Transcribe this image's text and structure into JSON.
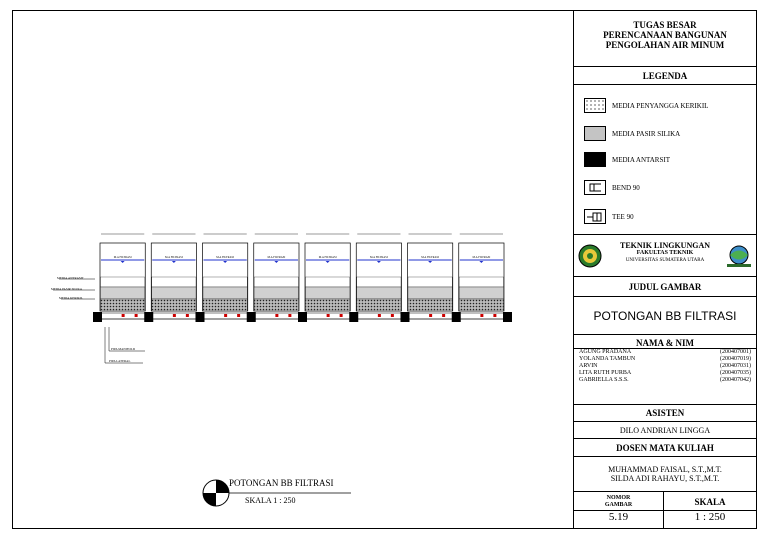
{
  "title_block": {
    "title": "TUGAS BESAR\nPERENCANAAN BANGUNAN\nPENGOLAHAN AIR MINUM",
    "legend_header": "LEGENDA",
    "legend": [
      {
        "label": "MEDIA PENYANGGA KERIKIL",
        "icon": "kerikil"
      },
      {
        "label": "MEDIA PASIR SILIKA",
        "icon": "pasir"
      },
      {
        "label": "MEDIA ANTARSIT",
        "icon": "antrasit"
      },
      {
        "label": "BEND 90",
        "icon": "bend"
      },
      {
        "label": "TEE 90",
        "icon": "tee"
      }
    ],
    "institution": {
      "dept": "TEKNIK LINGKUNGAN",
      "faculty": "FAKULTAS TEKNIK",
      "university": "UNIVERSITAS SUMATERA UTARA"
    },
    "judul_header": "JUDUL GAMBAR",
    "judul": "POTONGAN BB FILTRASI",
    "nama_header": "NAMA & NIM",
    "members": [
      {
        "name": "AGUNG PRADANA",
        "nim": "(200407001)"
      },
      {
        "name": "YOLANDA TAMBUN",
        "nim": "(200407019)"
      },
      {
        "name": "ARVIN",
        "nim": "(200407031)"
      },
      {
        "name": "LITA RUTH PURBA",
        "nim": "(200407035)"
      },
      {
        "name": "GABRIELLA S.S.S.",
        "nim": "(200407042)"
      }
    ],
    "asisten_header": "ASISTEN",
    "asisten": "DILO ANDRIAN LINGGA",
    "dosen_header": "DOSEN MATA KULIAH",
    "dosen": [
      "MUHAMMAD FAISAL, S.T.,M.T.",
      "SILDA ADI RAHAYU, S.T.,M.T."
    ],
    "nomor_label": "NOMOR\nGAMBAR",
    "skala_label": "SKALA",
    "nomor": "5.19",
    "skala": "1 : 250"
  },
  "drawing": {
    "caption": "POTONGAN BB FILTRASI",
    "scale": "SKALA 1 : 250",
    "labels": {
      "antrasit": "MEDIA ANTRASIT",
      "pasir": "MEDIA PASIR SILIKA",
      "kerikil": "MEDIA KERIKIL",
      "pipa_manifold": "PIPA MANIFOLD",
      "pipa_lateral": "PIPA LATERAL"
    },
    "cell_label": "M.A FILTRASI",
    "cells": 8,
    "colors": {
      "water": "#2233cc",
      "pipe_marker": "#cc0000"
    }
  }
}
